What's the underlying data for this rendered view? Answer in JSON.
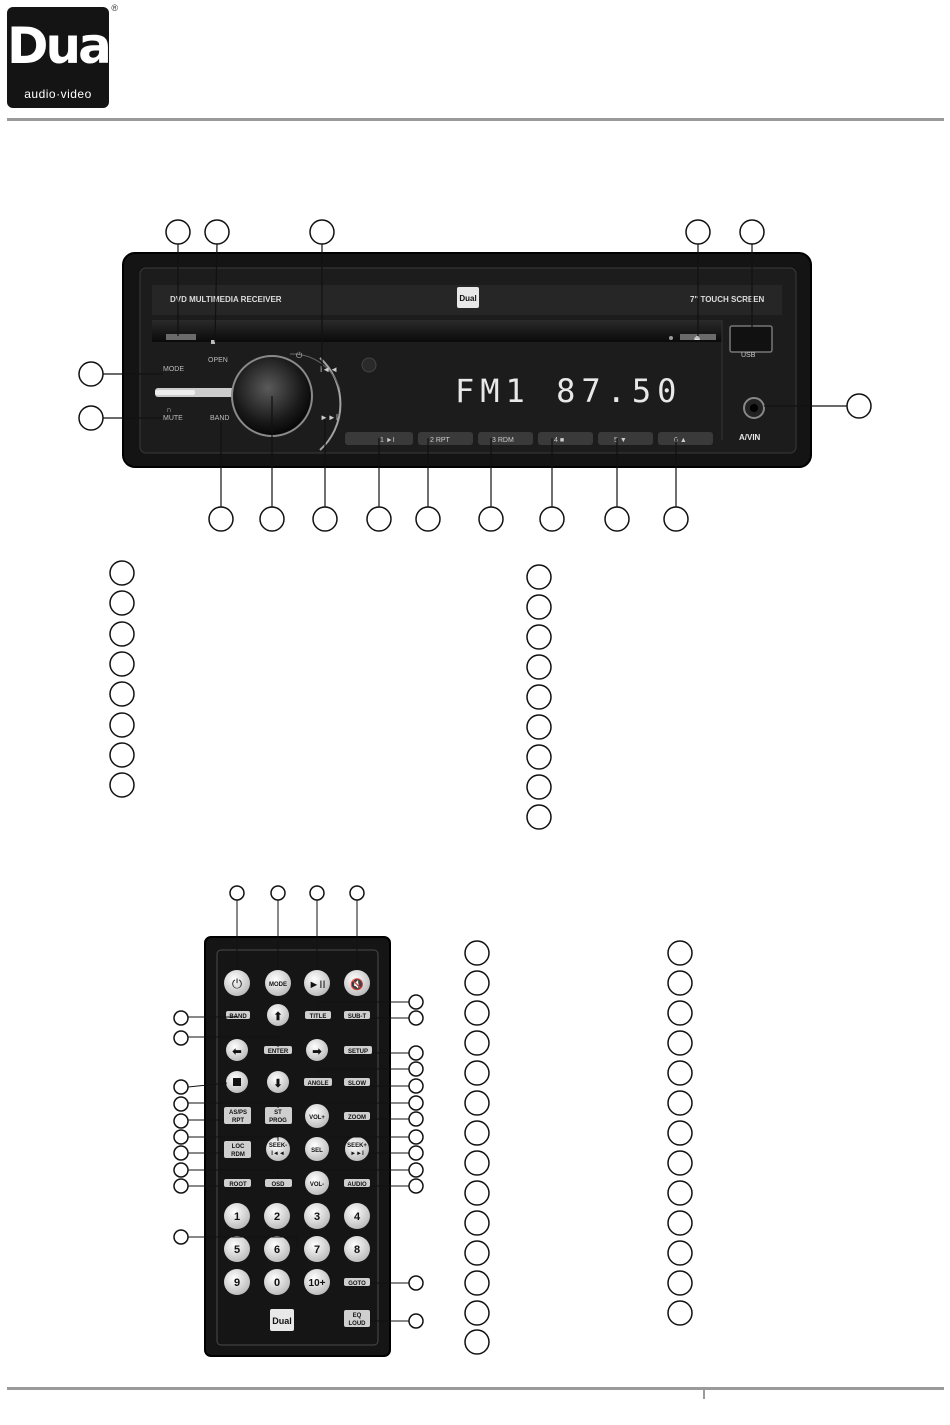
{
  "logo": {
    "text": "Dual",
    "subtext": "audio·video",
    "registered": "®"
  },
  "receiver": {
    "title": "DVD MULTIMEDIA RECEIVER",
    "screen_label": "7\" TOUCH SCREEN",
    "brand": "Dual",
    "display": "FM1 87.50",
    "buttons": {
      "mode": "MODE",
      "mute": "MUTE",
      "open": "OPEN",
      "band": "BAND",
      "usb": "USB",
      "avin": "A/VIN",
      "p1": "1 ►I",
      "p2": "2 RPT",
      "p3": "3 RDM",
      "p4": "4 ■",
      "p5": "5 ▼",
      "p6": "6 ▲"
    }
  },
  "remote": {
    "brand": "Dual",
    "buttons": {
      "mode": "MODE",
      "band": "BAND",
      "title": "TITLE",
      "subt": "SUB-T",
      "enter": "ENTER",
      "setup": "SETUP",
      "angle": "ANGLE",
      "slow": "SLOW",
      "asps": "AS/PS",
      "rpt": "RPT",
      "st": "ST",
      "prog": "PROG",
      "volp": "VOL+",
      "zoom": "ZOOM",
      "loc": "LOC",
      "rdm": "RDM",
      "seekm": "SEEK-",
      "sel": "SEL",
      "seekp": "SEEK+",
      "root": "ROOT",
      "osd": "OSD",
      "volm": "VOL-",
      "audio": "AUDIO",
      "n1": "1",
      "n2": "2",
      "n3": "3",
      "n4": "4",
      "n5": "5",
      "n6": "6",
      "n7": "7",
      "n8": "8",
      "n9": "9",
      "n0": "0",
      "n10": "10+",
      "goto": "GOTO",
      "eq": "EQ",
      "loud": "LOUD"
    }
  },
  "colors": {
    "panel": "#151515",
    "button_light": "#e6e6e6",
    "display_text": "#e8e8e8",
    "rule": "#9a9a9a"
  }
}
